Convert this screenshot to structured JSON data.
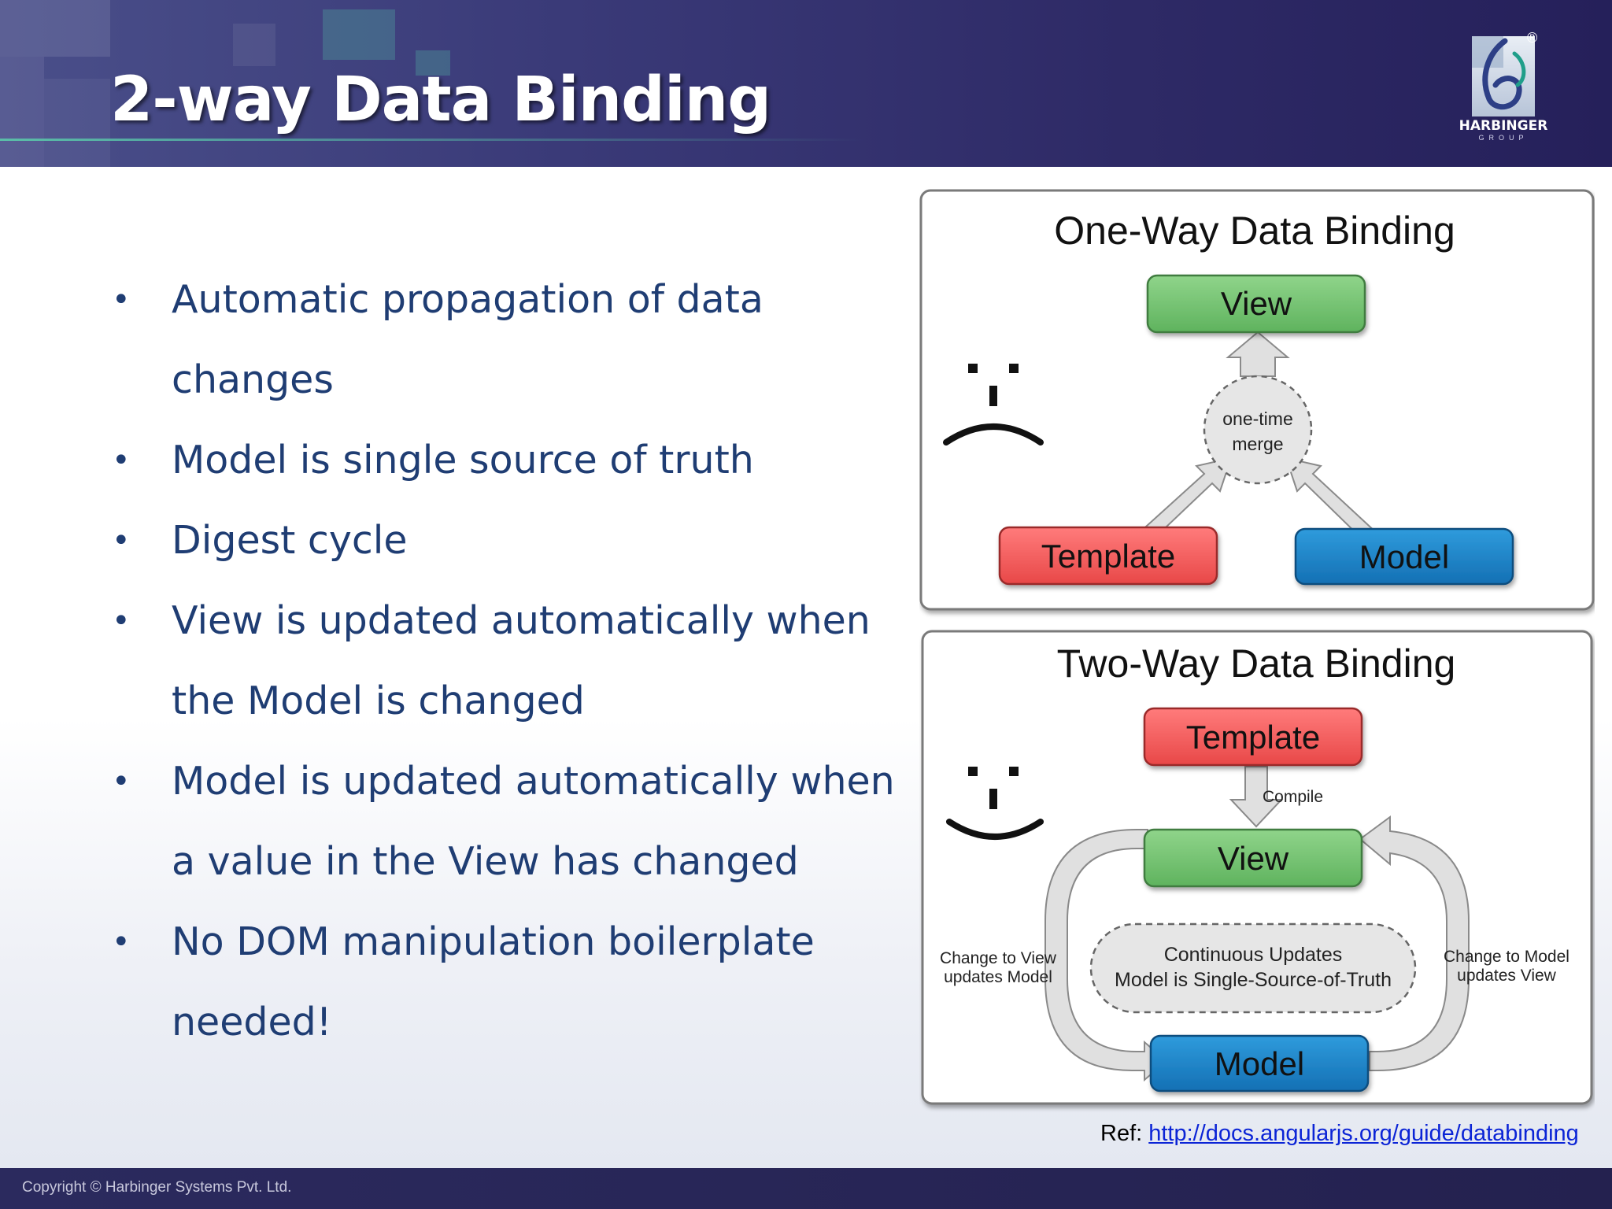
{
  "slide": {
    "title": "2-way Data Binding",
    "bullets": [
      "Automatic propagation of data changes",
      "Model is single source of truth",
      "Digest cycle",
      "View is updated automatically when the Model is changed",
      "Model is updated automatically when a value in the View has changed",
      "No DOM manipulation boilerplate needed!"
    ],
    "ref_label": "Ref:",
    "ref_link": "http://docs.angularjs.org/guide/databinding",
    "copyright": "Copyright © Harbinger Systems Pvt. Ltd.",
    "logo": {
      "name": "HARBINGER",
      "sub": "GROUP",
      "reg": "®"
    }
  },
  "diagram_one_way": {
    "title": "One-Way Data Binding",
    "view": "View",
    "merge_line1": "one-time",
    "merge_line2": "merge",
    "template": "Template",
    "model": "Model"
  },
  "diagram_two_way": {
    "title": "Two-Way Data Binding",
    "template": "Template",
    "compile": "Compile",
    "view": "View",
    "center_line1": "Continuous Updates",
    "center_line2": "Model is Single-Source-of-Truth",
    "left_line1": "Change to View",
    "left_line2": "updates Model",
    "right_line1": "Change to Model",
    "right_line2": "updates View",
    "model": "Model"
  },
  "colors": {
    "header": "#2e2a66",
    "bullet_text": "#1f3d73",
    "view_box": "#77c677",
    "template_box": "#f2595b",
    "model_box": "#1f84c6",
    "arrow": "#d9d9d9"
  }
}
